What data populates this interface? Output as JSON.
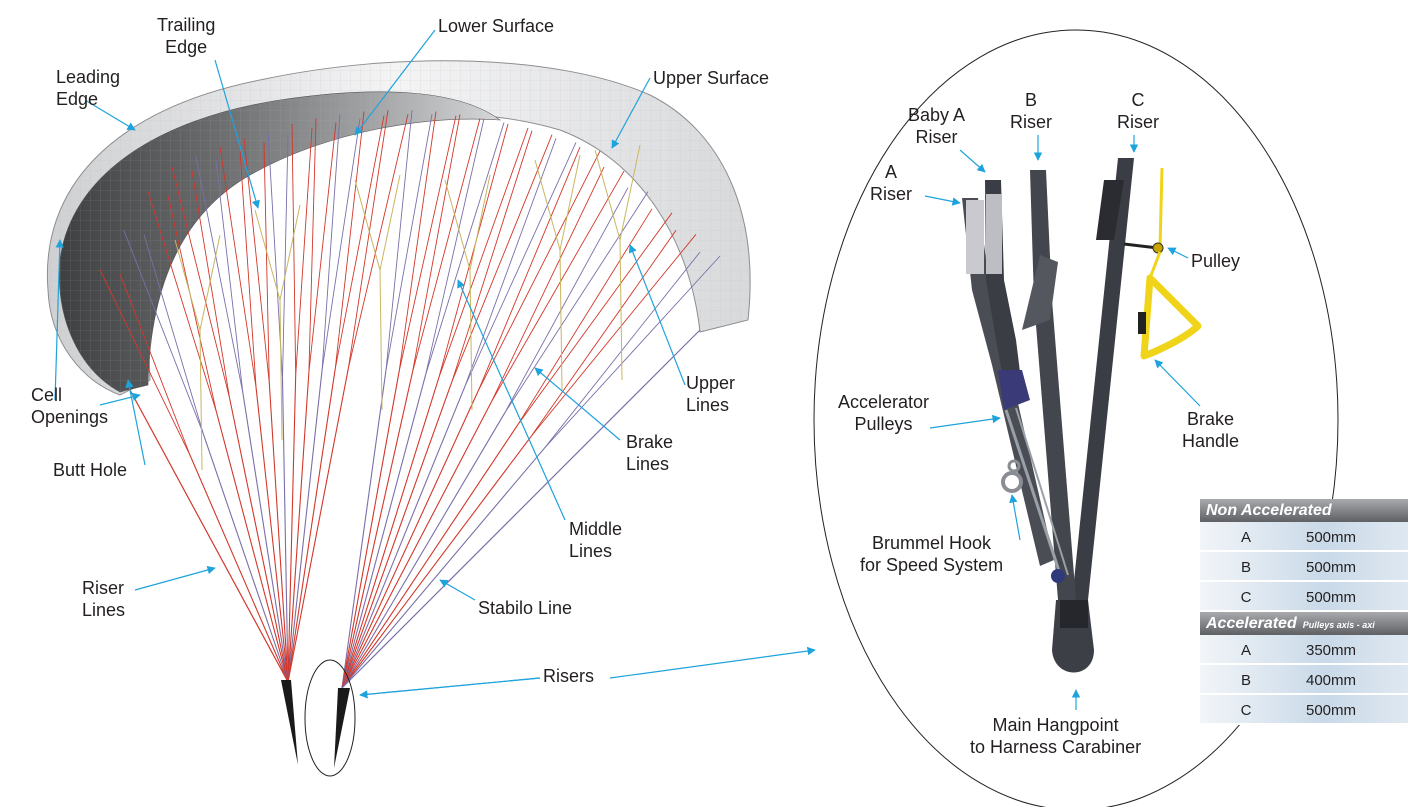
{
  "diagram": {
    "title": "",
    "colors": {
      "callout": "#1fa3dc",
      "riser_line": "#d2372a",
      "middle_line": "#7a6fa8",
      "brake_line": "#c9b660",
      "wing_upper": "#e9e9ea",
      "wing_lower": "#5f6062",
      "riser_strap": "#3b3d44",
      "brake_handle": "#f0d41a"
    },
    "wing_labels": {
      "leading_edge": "Leading\nEdge",
      "trailing_edge": "Trailing\nEdge",
      "lower_surface": "Lower Surface",
      "upper_surface": "Upper Surface",
      "cell_openings": "Cell\nOpenings",
      "butt_hole": "Butt Hole",
      "riser_lines": "Riser\nLines",
      "upper_lines": "Upper\nLines",
      "brake_lines": "Brake\nLines",
      "middle_lines": "Middle\nLines",
      "stabilo_line": "Stabilo Line",
      "risers": "Risers"
    },
    "riser_labels": {
      "a_riser": "A\nRiser",
      "baby_a_riser": "Baby A\nRiser",
      "b_riser": "B\nRiser",
      "c_riser": "C\nRiser",
      "pulley": "Pulley",
      "accelerator_pulleys": "Accelerator\nPulleys",
      "brake_handle": "Brake\nHandle",
      "brummel_hook": "Brummel Hook\nfor Speed System",
      "main_hangpoint": "Main Hangpoint\nto Harness Carabiner"
    },
    "table": {
      "non_accelerated": {
        "header": "Non Accelerated",
        "rows": [
          {
            "riser": "A",
            "length": "500mm"
          },
          {
            "riser": "B",
            "length": "500mm"
          },
          {
            "riser": "C",
            "length": "500mm"
          }
        ]
      },
      "accelerated": {
        "header": "Accelerated",
        "note": "Pulleys axis - axi",
        "rows": [
          {
            "riser": "A",
            "length": "350mm"
          },
          {
            "riser": "B",
            "length": "400mm"
          },
          {
            "riser": "C",
            "length": "500mm"
          }
        ]
      }
    }
  }
}
